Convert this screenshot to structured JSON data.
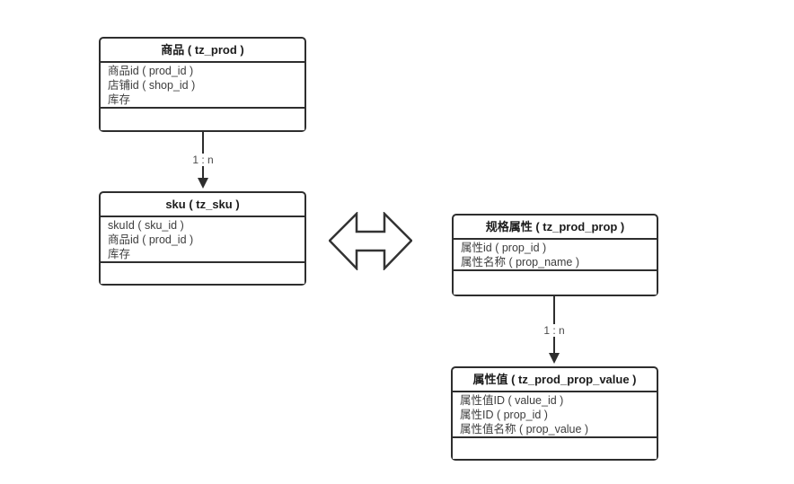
{
  "diagram": {
    "colors": {
      "line": "#2e2e2e",
      "title_text": "#1c1c1c",
      "field_text": "#3d3d3d",
      "background": "#ffffff"
    },
    "entities": [
      {
        "id": "prod",
        "title": "商品 ( tz_prod )",
        "fields": [
          "商品id ( prod_id )",
          "店铺id ( shop_id )",
          "库存"
        ]
      },
      {
        "id": "sku",
        "title": "sku ( tz_sku )",
        "fields": [
          "skuId ( sku_id )",
          "商品id ( prod_id )",
          "库存"
        ]
      },
      {
        "id": "prod-prop",
        "title": "规格属性 ( tz_prod_prop )",
        "fields": [
          "属性id ( prop_id )",
          "属性名称 ( prop_name )"
        ]
      },
      {
        "id": "prod-prop-value",
        "title": "属性值 ( tz_prod_prop_value )",
        "fields": [
          "属性值ID ( value_id )",
          "属性ID ( prop_id )",
          "属性值名称 ( prop_value )"
        ]
      }
    ],
    "relations": [
      {
        "from": "prod",
        "to": "sku",
        "label": "1 : n"
      },
      {
        "from": "prod-prop",
        "to": "prod-prop-value",
        "label": "1 : n"
      }
    ]
  }
}
